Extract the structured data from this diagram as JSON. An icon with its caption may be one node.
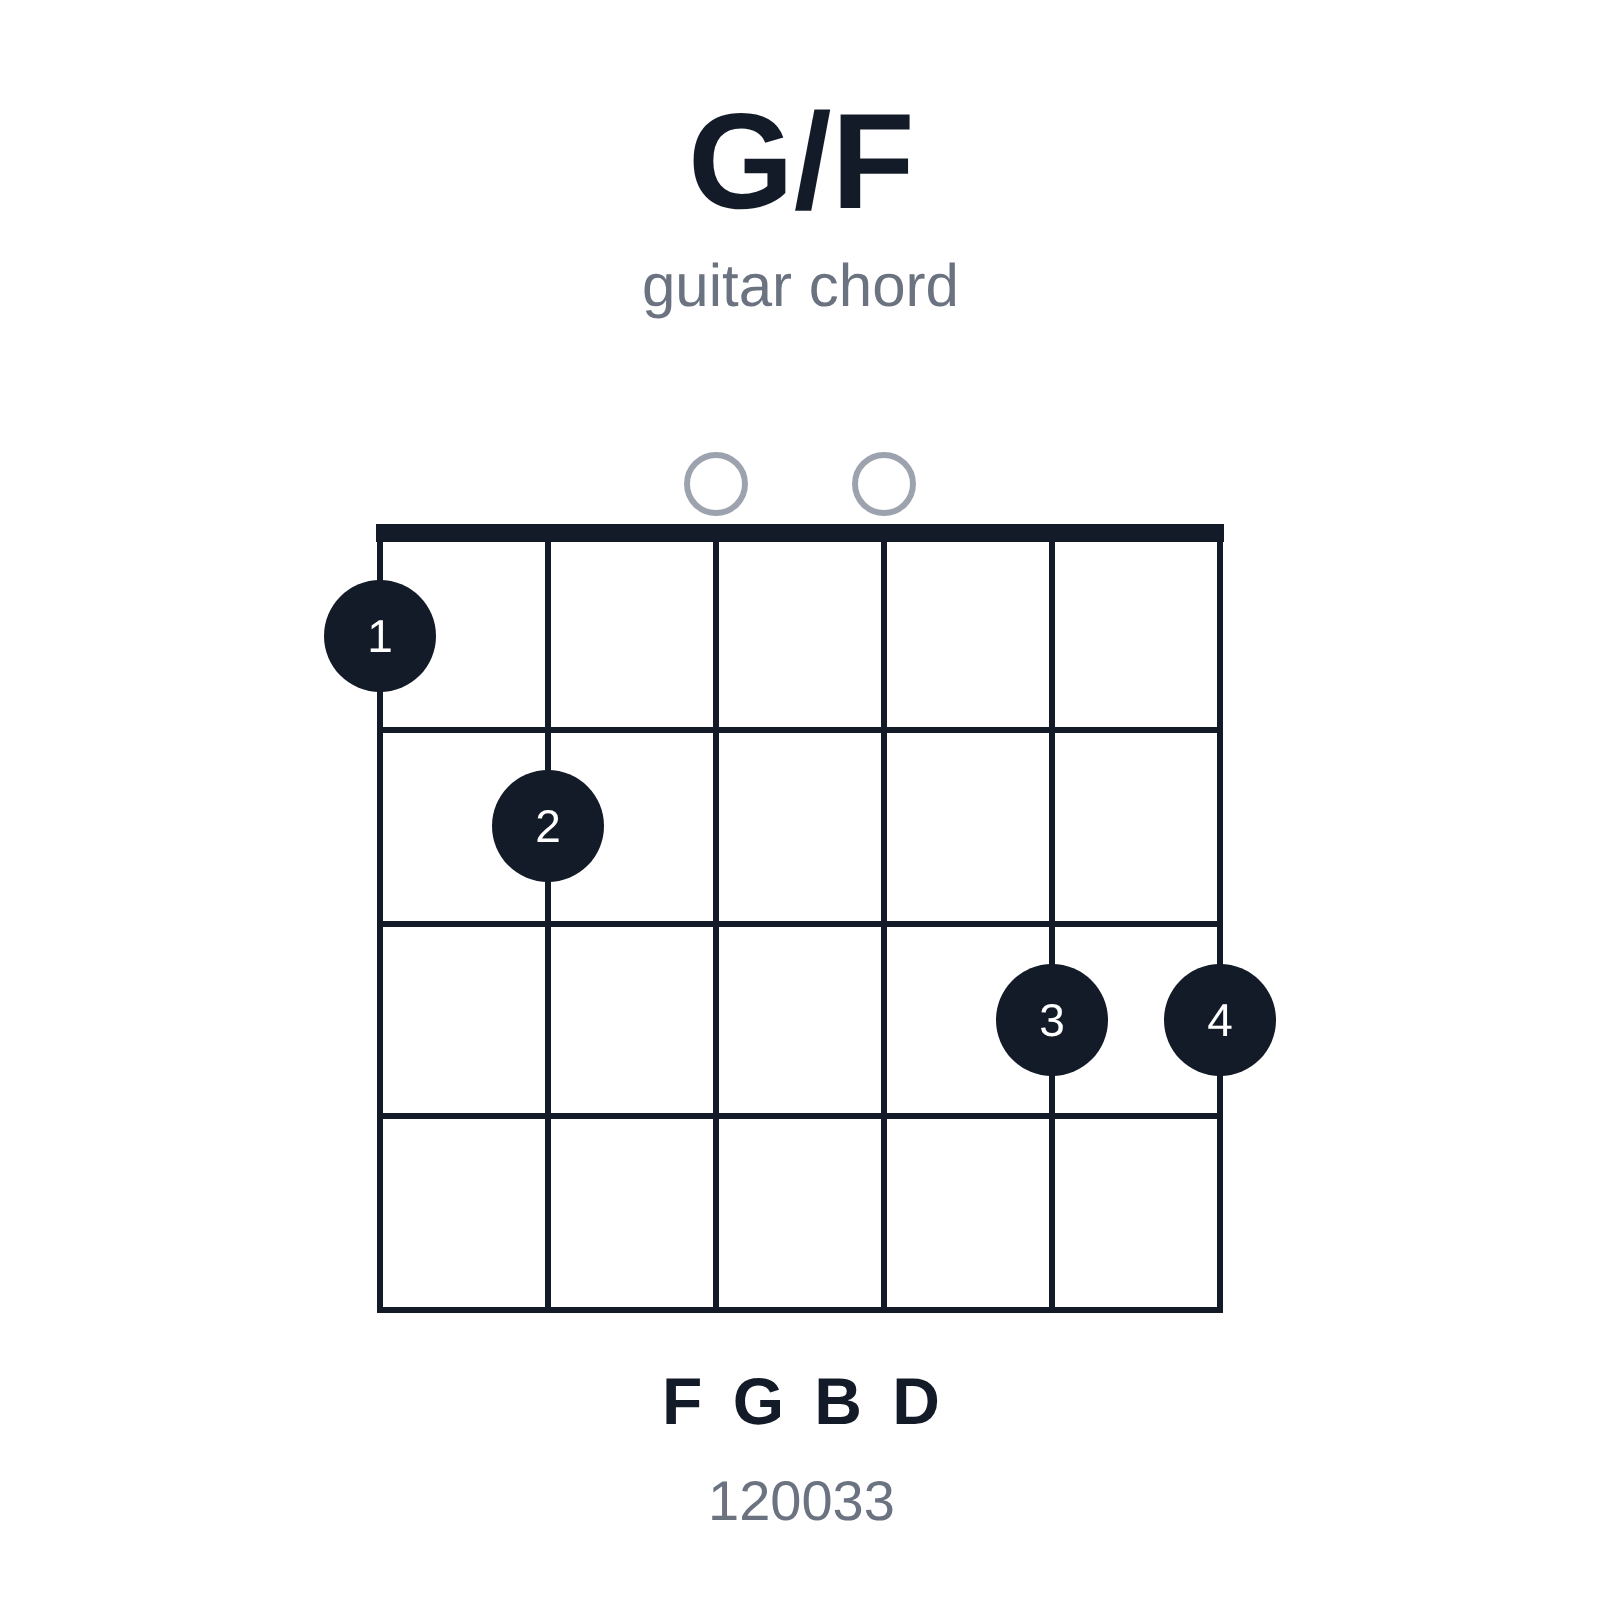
{
  "diagram": {
    "title": "G/F",
    "nodes": [
      {
        "text": [],
        "shape": "circle"
      },
      {
        "text": [],
        "shape": "circle"
      },
      {
        "text": [
          "1"
        ]
      },
      {
        "text": [
          "2"
        ]
      },
      {
        "text": [
          "3"
        ]
      },
      {
        "text": [
          "4"
        ]
      }
    ],
    "labels": [
      "guitar chord",
      "F G B D",
      "120033"
    ]
  }
}
